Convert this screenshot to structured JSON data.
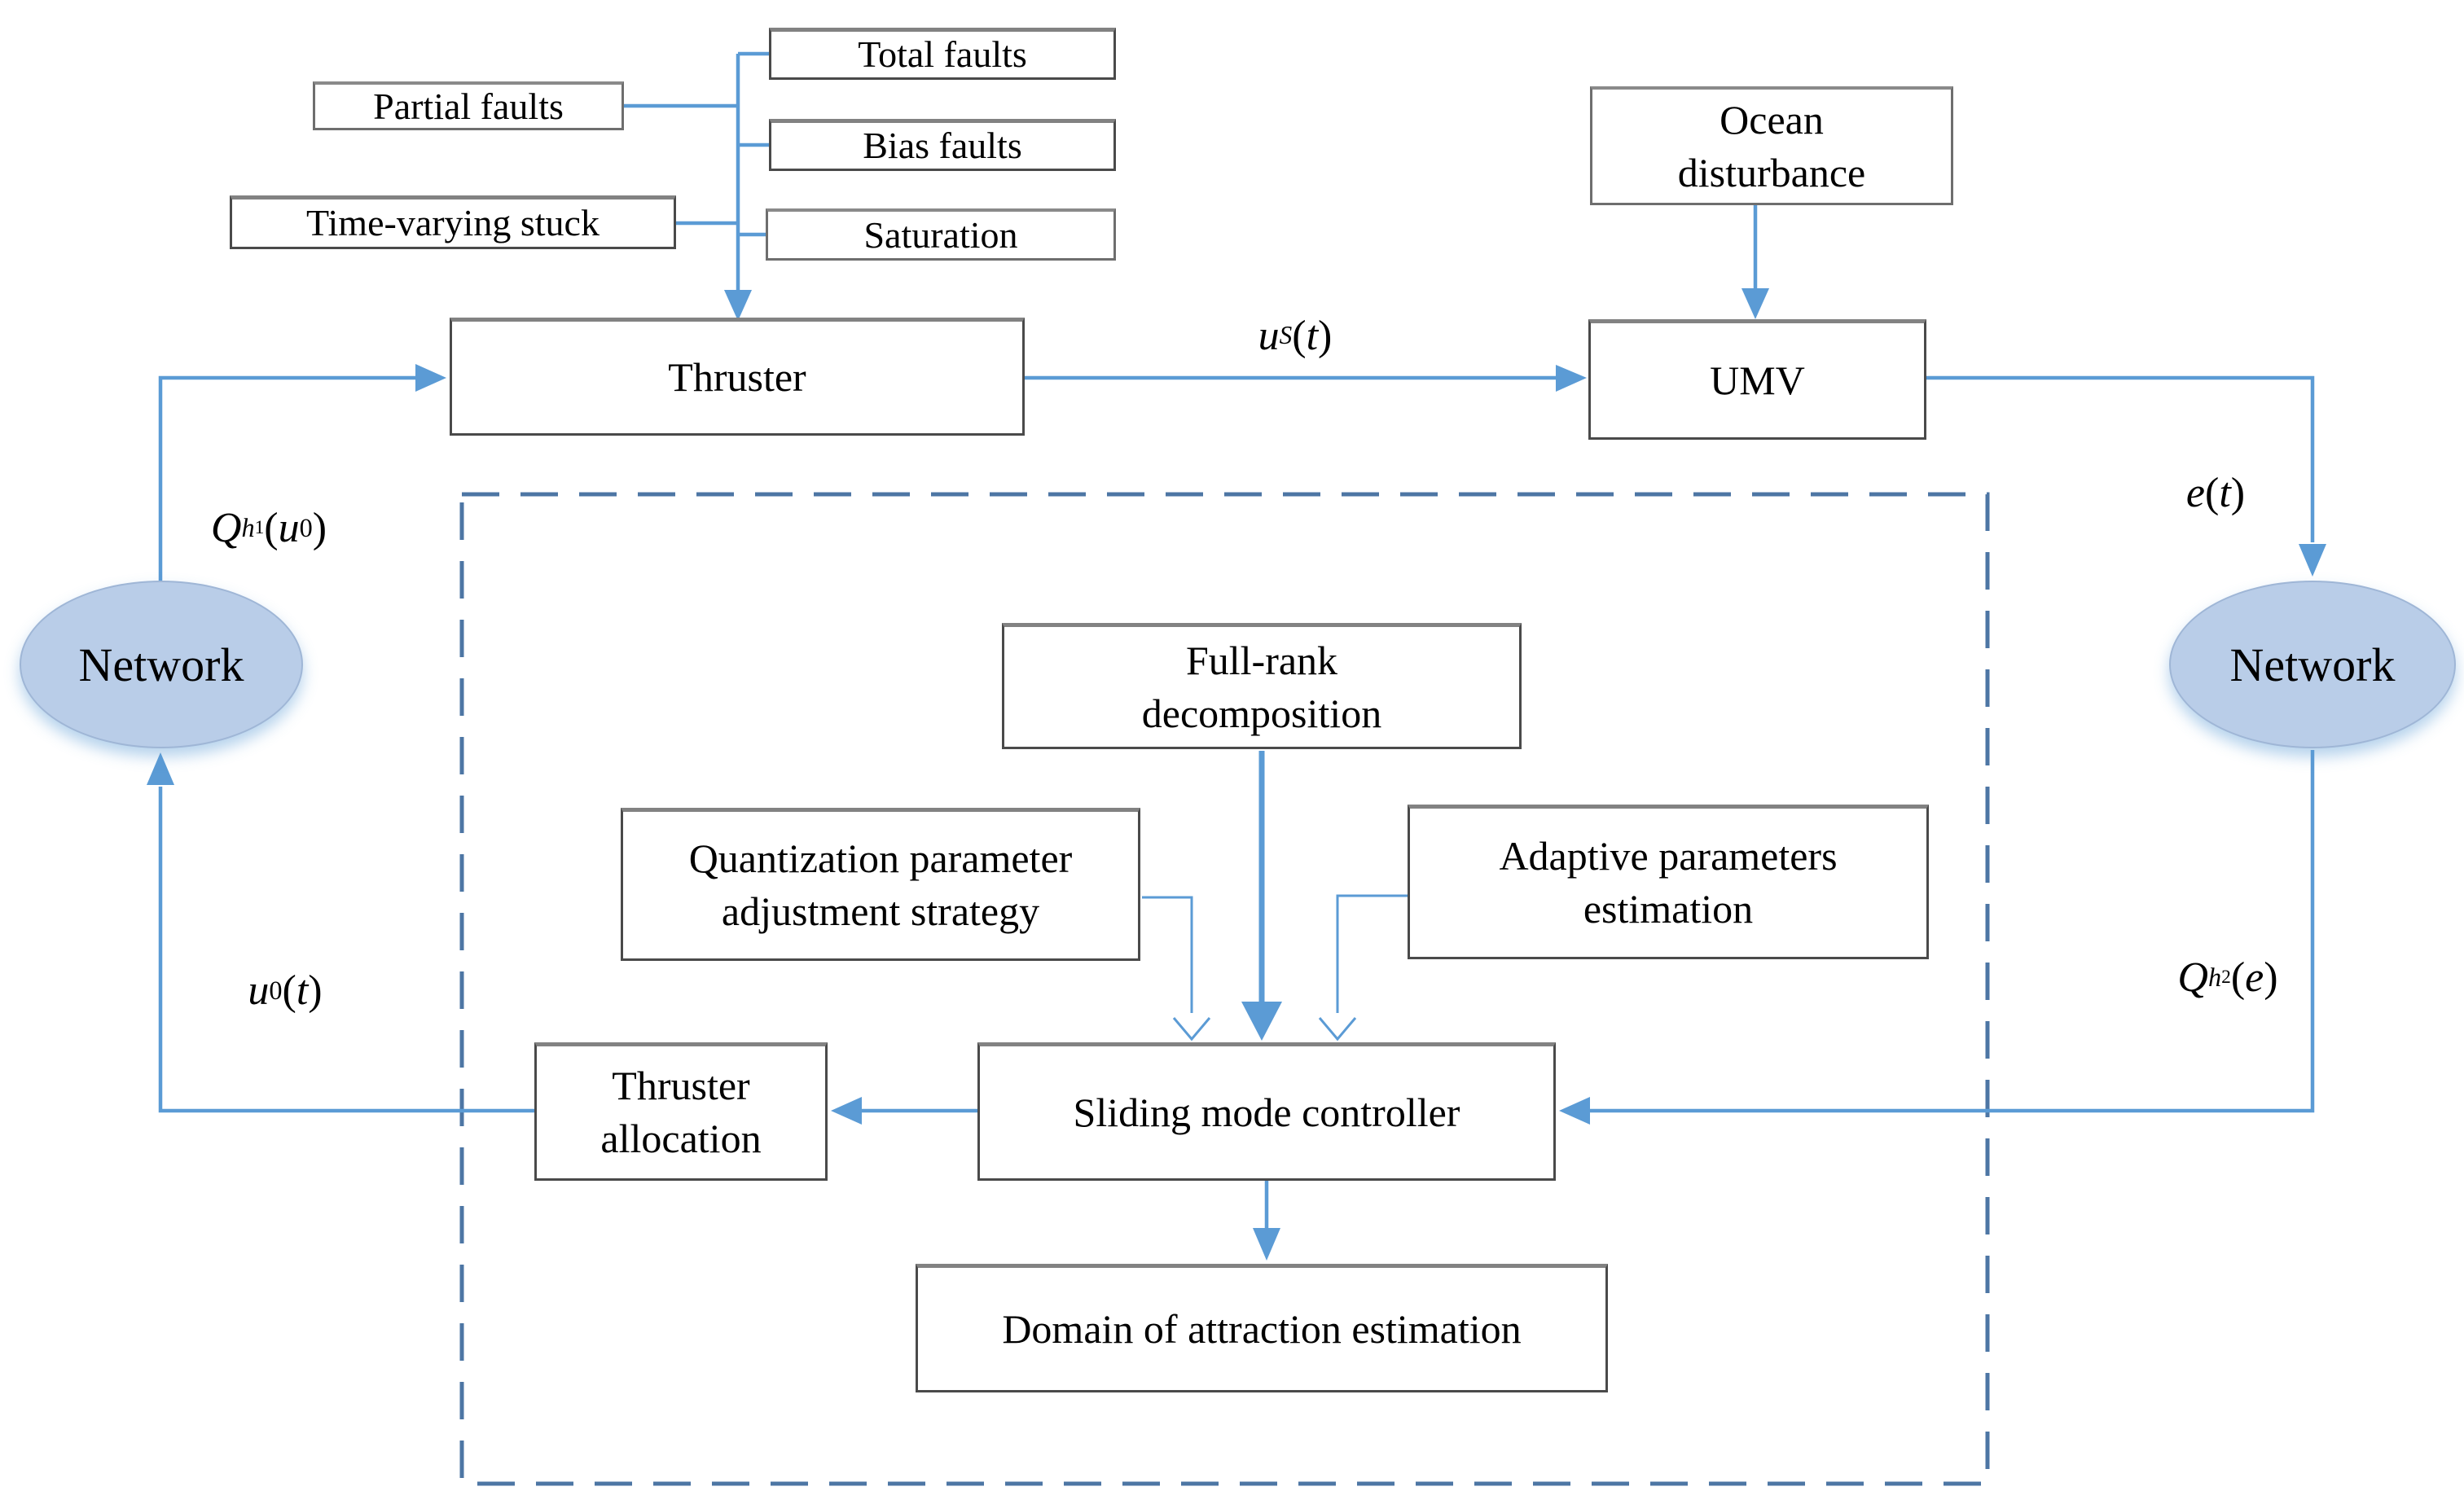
{
  "figure": {
    "description": "Networked fault-tolerant quantized control structure for a UMV"
  },
  "colors": {
    "connector": "#5b9bd5",
    "dashed_border": "#4d76a4",
    "ellipse_fill": "#b9cde8",
    "node_background": "#ffffff",
    "node_border": "#4a4a4a",
    "text": "#000000"
  },
  "nodes": {
    "partial_faults": {
      "label": "Partial faults"
    },
    "total_faults": {
      "label": "Total faults"
    },
    "bias_faults": {
      "label": "Bias faults"
    },
    "saturation": {
      "label": "Saturation"
    },
    "time_varying_stuck": {
      "label": "Time-varying stuck"
    },
    "thruster": {
      "label": "Thruster"
    },
    "umv": {
      "label": "UMV"
    },
    "ocean_disturbance": {
      "lines": [
        "Ocean",
        "disturbance"
      ]
    },
    "full_rank": {
      "lines": [
        "Full-rank",
        "decomposition"
      ]
    },
    "quantization": {
      "lines": [
        "Quantization parameter",
        "adjustment strategy"
      ]
    },
    "adaptive": {
      "lines": [
        "Adaptive parameters",
        "estimation"
      ]
    },
    "sliding": {
      "label": "Sliding mode controller"
    },
    "thruster_allocation": {
      "lines": [
        "Thruster",
        "allocation"
      ]
    },
    "domain": {
      "label": "Domain of attraction estimation"
    },
    "network_left": {
      "label": "Network"
    },
    "network_right": {
      "label": "Network"
    }
  },
  "math_labels": {
    "u_s_t": {
      "plain": "uS(t)",
      "segments": [
        {
          "t": "u",
          "c": "it"
        },
        {
          "t": "S",
          "c": "sup"
        },
        {
          "t": "(",
          "c": "pl"
        },
        {
          "t": "t",
          "c": "it"
        },
        {
          "t": ")",
          "c": "pl"
        }
      ]
    },
    "e_t": {
      "plain": "e(t)",
      "segments": [
        {
          "t": "e",
          "c": "it"
        },
        {
          "t": "(",
          "c": "pl"
        },
        {
          "t": "t",
          "c": "it"
        },
        {
          "t": ")",
          "c": "pl"
        }
      ]
    },
    "q_h1_u0": {
      "plain": "Qh1(u0)",
      "segments": [
        {
          "t": "Q",
          "c": "it"
        },
        {
          "t": "h",
          "c": "subit"
        },
        {
          "t": "1",
          "c": "sub2"
        },
        {
          "t": "(",
          "c": "pl"
        },
        {
          "t": "u",
          "c": "it"
        },
        {
          "t": "0",
          "c": "sub"
        },
        {
          "t": ")",
          "c": "pl"
        }
      ]
    },
    "u_0_t": {
      "plain": "u0(t)",
      "segments": [
        {
          "t": "u",
          "c": "it"
        },
        {
          "t": "0",
          "c": "sub"
        },
        {
          "t": "(",
          "c": "pl"
        },
        {
          "t": "t",
          "c": "it"
        },
        {
          "t": ")",
          "c": "pl"
        }
      ]
    },
    "q_h2_e": {
      "plain": "Qh2(e)",
      "segments": [
        {
          "t": "Q",
          "c": "it"
        },
        {
          "t": "h",
          "c": "subit"
        },
        {
          "t": "2",
          "c": "sub2"
        },
        {
          "t": "(",
          "c": "pl"
        },
        {
          "t": "e",
          "c": "it"
        },
        {
          "t": ")",
          "c": "pl"
        }
      ]
    }
  }
}
